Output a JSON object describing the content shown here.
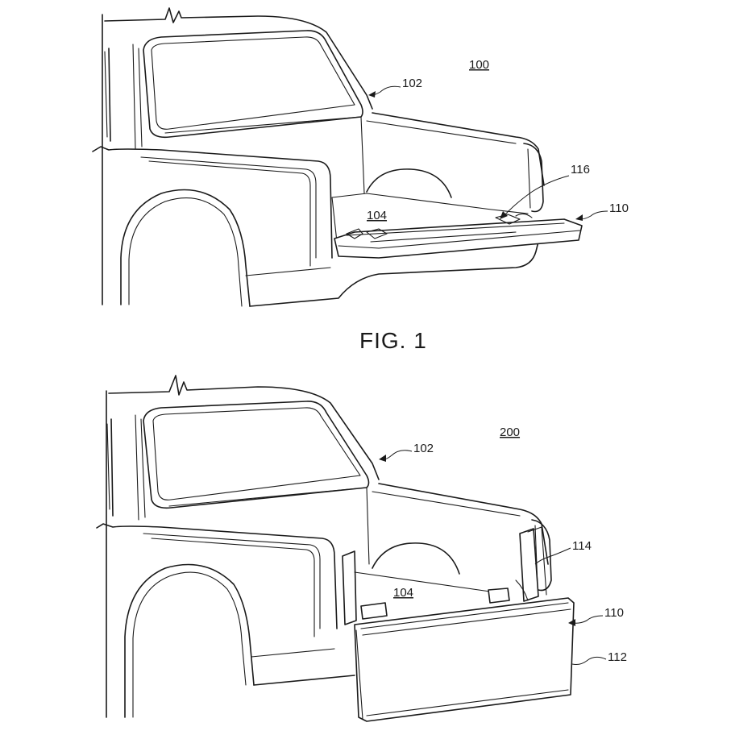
{
  "figures": [
    {
      "caption": "FIG. 1",
      "figure_number": "100",
      "labels": {
        "cab": "102",
        "bed_floor": "104",
        "tailgate": "110",
        "latch": "116"
      }
    },
    {
      "caption": "",
      "figure_number": "200",
      "labels": {
        "cab": "102",
        "bed_floor": "104",
        "tailgate": "110",
        "panel": "112",
        "post": "114"
      }
    }
  ]
}
